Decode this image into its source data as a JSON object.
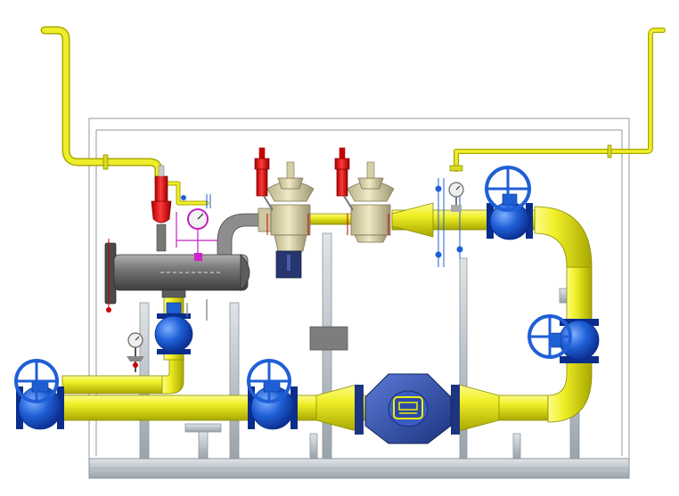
{
  "diagram": {
    "kind": "gas pressure regulating skid (3D CAD view)",
    "colors": {
      "background": "#ffffff",
      "pipe": "#e8e81a",
      "pipe_shade": "#b8b800",
      "valve_blue": "#1f5fd6",
      "valve_dark": "#0b2d8c",
      "handwheel": "#2a78e0",
      "filter_gray": "#6d6d6d",
      "regulator_beige": "#d8d2a8",
      "relief_red": "#e21a1a",
      "frame_gray": "#b9c0c6",
      "cabinet_line": "#8a8a8a",
      "gauge_magenta": "#c020c0",
      "meter_blue": "#2d4fa8",
      "instrument_line": "#1f5fd6"
    },
    "components": [
      {
        "id": "inlet-ball-valve",
        "icon": "ball-valve-handwheel-icon"
      },
      {
        "id": "bypass-ball-valve",
        "icon": "ball-valve-handwheel-icon"
      },
      {
        "id": "filter-inlet-valve",
        "icon": "ball-valve-icon"
      },
      {
        "id": "gas-filter",
        "icon": "cylindrical-filter-icon"
      },
      {
        "id": "relief-valve-filter",
        "icon": "relief-valve-icon"
      },
      {
        "id": "pressure-gauge-filter",
        "icon": "pressure-gauge-icon"
      },
      {
        "id": "pressure-regulator-1",
        "icon": "pressure-regulator-icon"
      },
      {
        "id": "pressure-regulator-2",
        "icon": "pressure-regulator-icon"
      },
      {
        "id": "relief-valve-regulator-1",
        "icon": "relief-valve-icon"
      },
      {
        "id": "relief-valve-regulator-2",
        "icon": "relief-valve-icon"
      },
      {
        "id": "outlet-ball-valve-top",
        "icon": "ball-valve-handwheel-icon"
      },
      {
        "id": "outlet-ball-valve-right",
        "icon": "ball-valve-handwheel-icon"
      },
      {
        "id": "gas-meter",
        "icon": "gas-meter-icon"
      },
      {
        "id": "vent-pipe-left",
        "icon": "vent-pipe-icon"
      },
      {
        "id": "vent-pipe-right",
        "icon": "vent-pipe-icon"
      },
      {
        "id": "base-frame",
        "icon": "base-frame-icon"
      }
    ]
  }
}
